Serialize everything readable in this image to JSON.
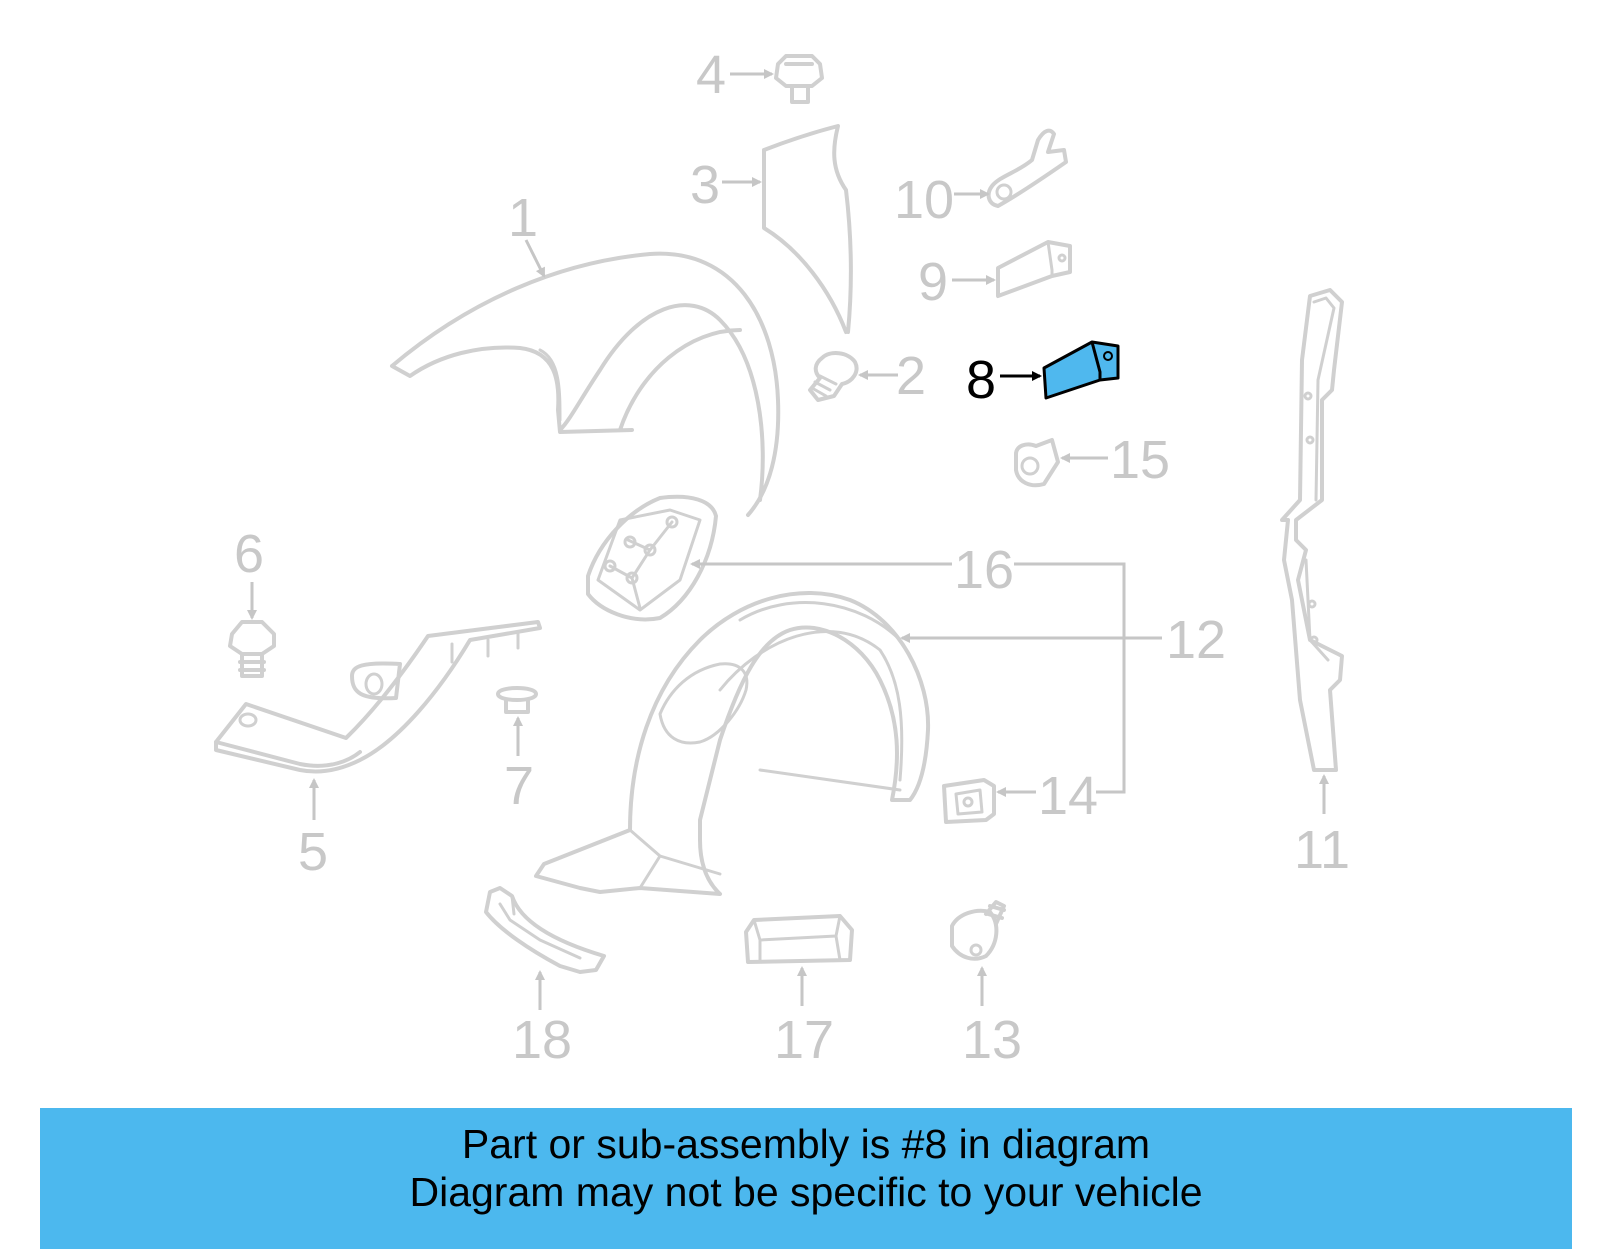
{
  "diagram": {
    "highlight_color": "#4cb8ee",
    "part_line_color": "#d0d0d0",
    "highlighted_part": "8",
    "callouts": {
      "c1": "1",
      "c2": "2",
      "c3": "3",
      "c4": "4",
      "c5": "5",
      "c6": "6",
      "c7": "7",
      "c8": "8",
      "c9": "9",
      "c10": "10",
      "c11": "11",
      "c12": "12",
      "c13": "13",
      "c14": "14",
      "c15": "15",
      "c16": "16",
      "c17": "17",
      "c18": "18"
    }
  },
  "banner": {
    "line1": "Part or sub-assembly is #8 in diagram",
    "line2": "Diagram may not be specific to your vehicle"
  }
}
